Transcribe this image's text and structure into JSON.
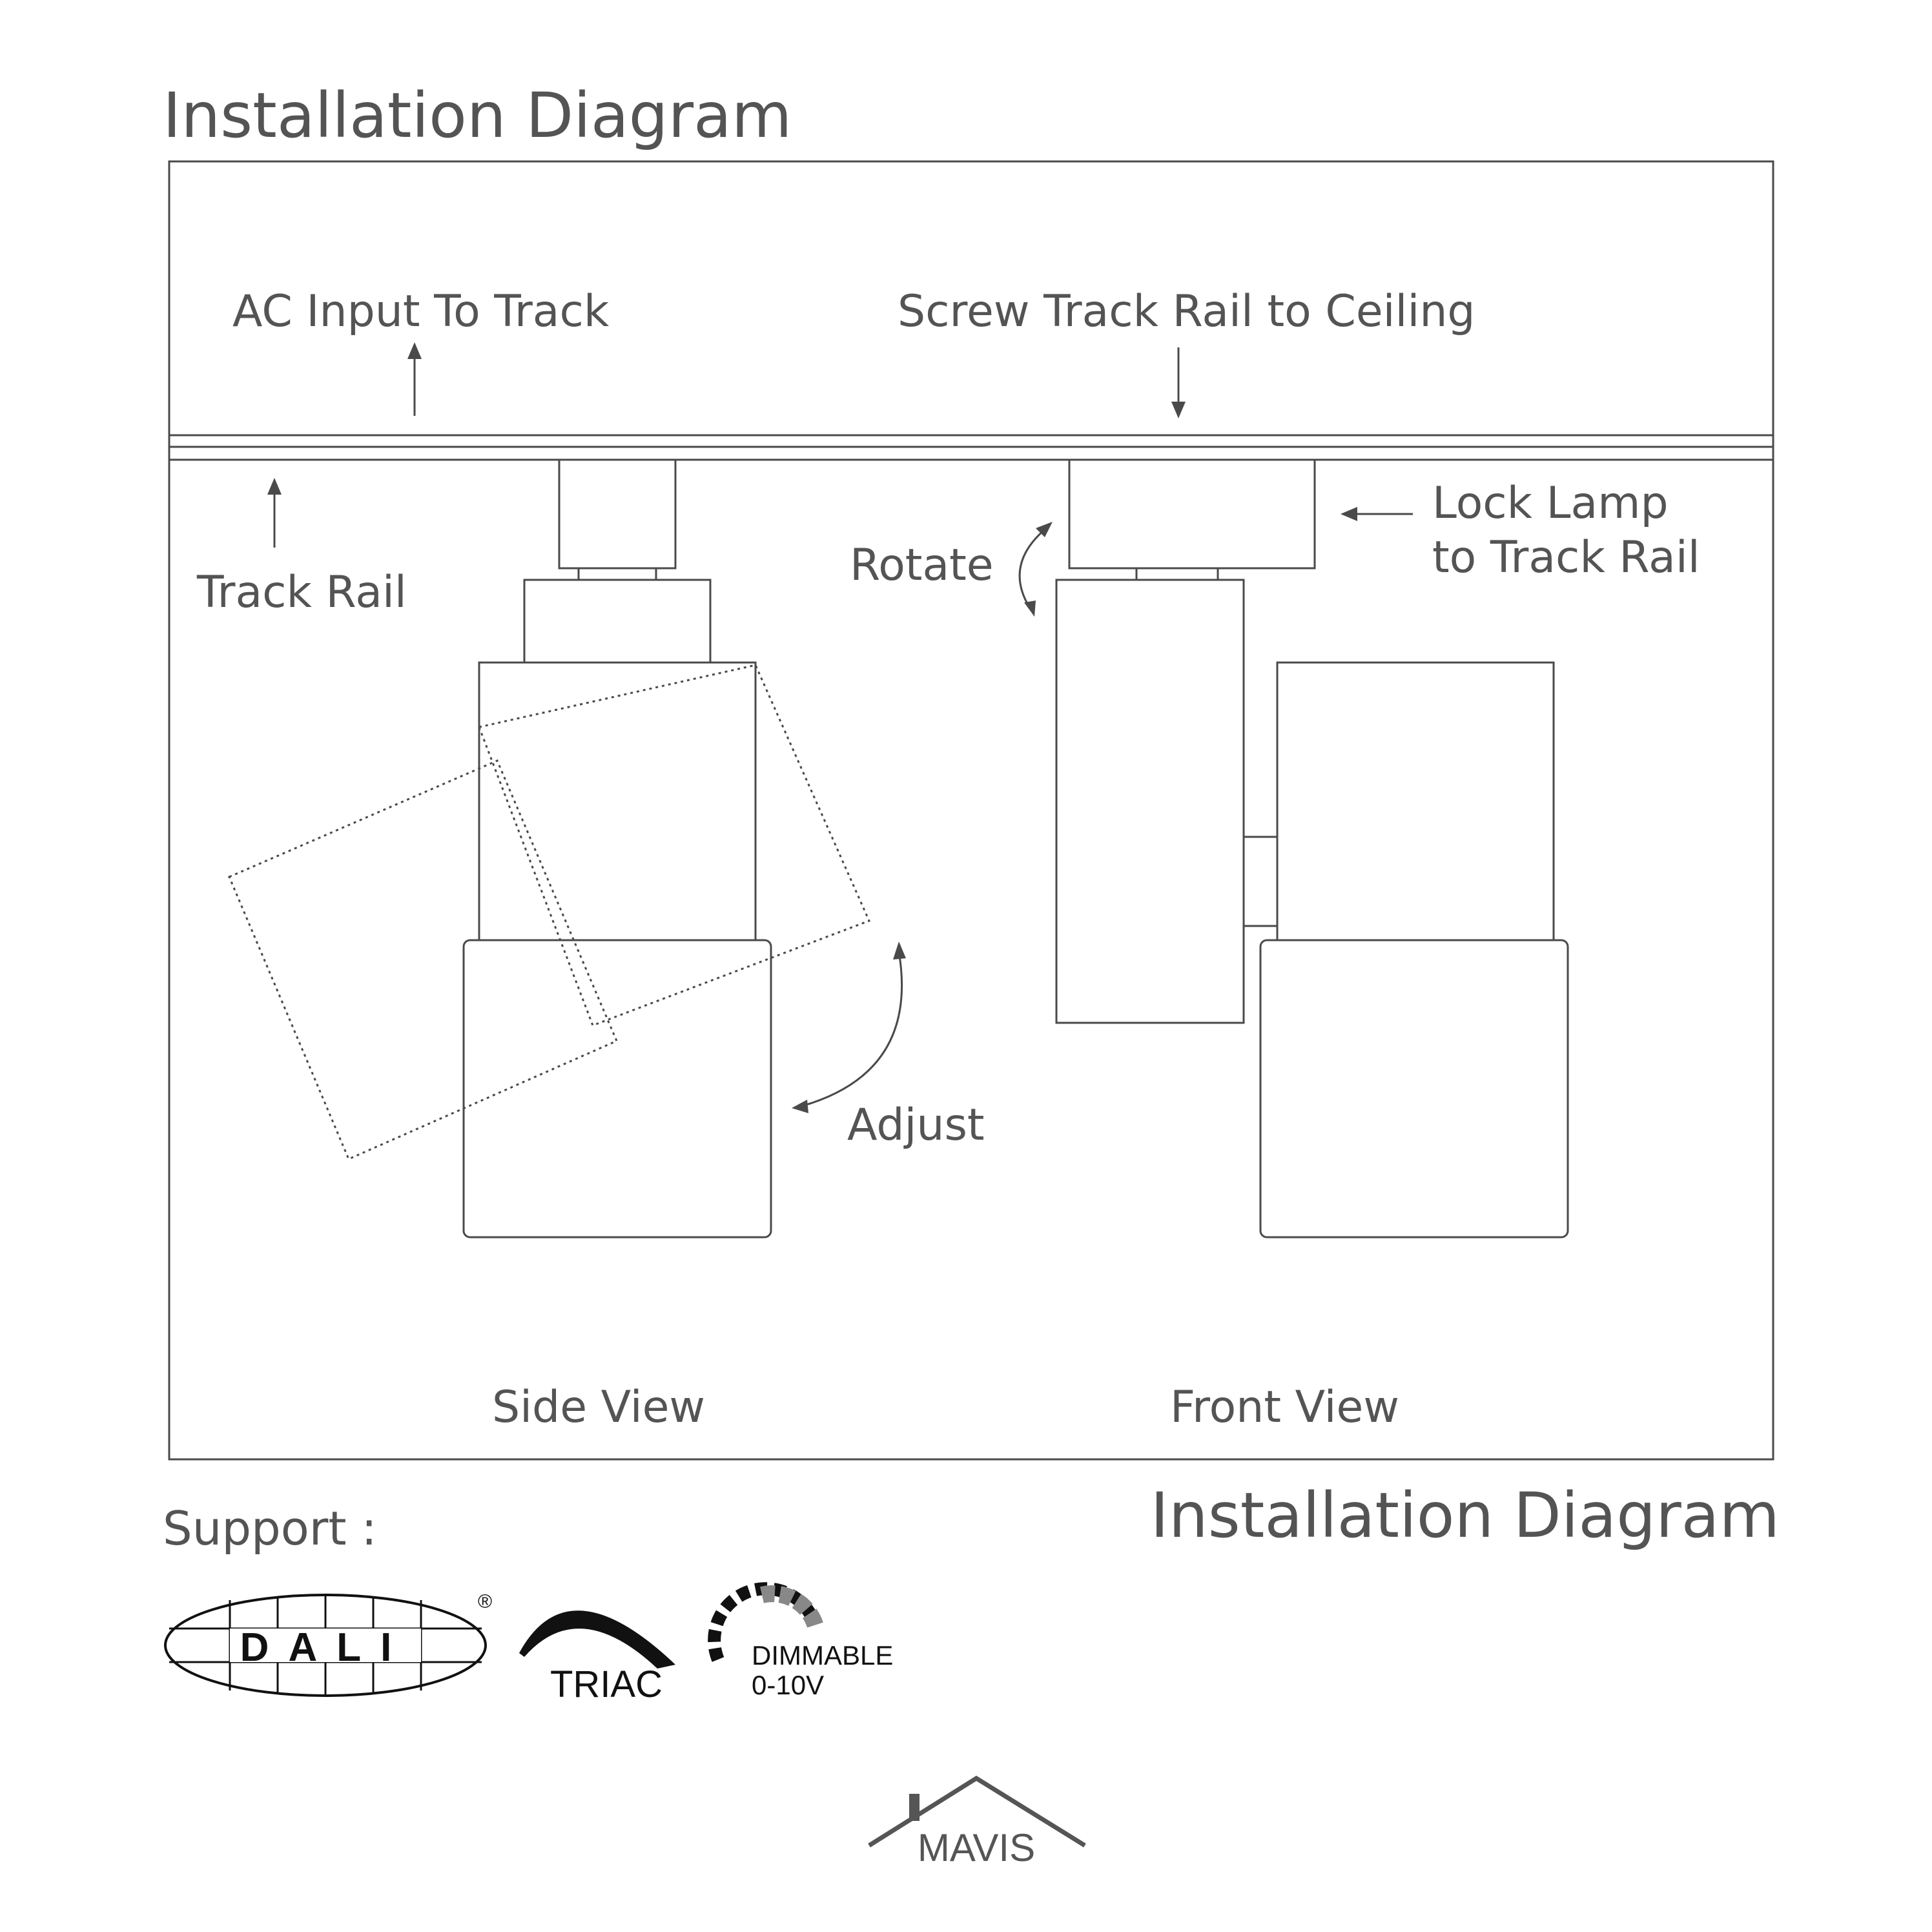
{
  "title_top": "Installation Diagram",
  "title_bottom": "Installation Diagram",
  "labels": {
    "ac_input": "AC Input To Track",
    "screw_rail": "Screw Track Rail to Ceiling",
    "track_rail": "Track Rail",
    "rotate": "Rotate",
    "lock_lamp_1": "Lock Lamp",
    "lock_lamp_2": "to Track Rail",
    "adjust": "Adjust",
    "side_view": "Side View",
    "front_view": "Front View"
  },
  "support_label": "Support :",
  "logos": {
    "dali": "DALI",
    "dali_mark": "®",
    "triac": "TRIAC",
    "dimmable_1": "DIMMABLE",
    "dimmable_2": "0-10V",
    "brand": "MAVIS"
  },
  "colors": {
    "text": "#545454",
    "line": "#4a4a4a",
    "logo": "#111111",
    "background": "#ffffff"
  }
}
